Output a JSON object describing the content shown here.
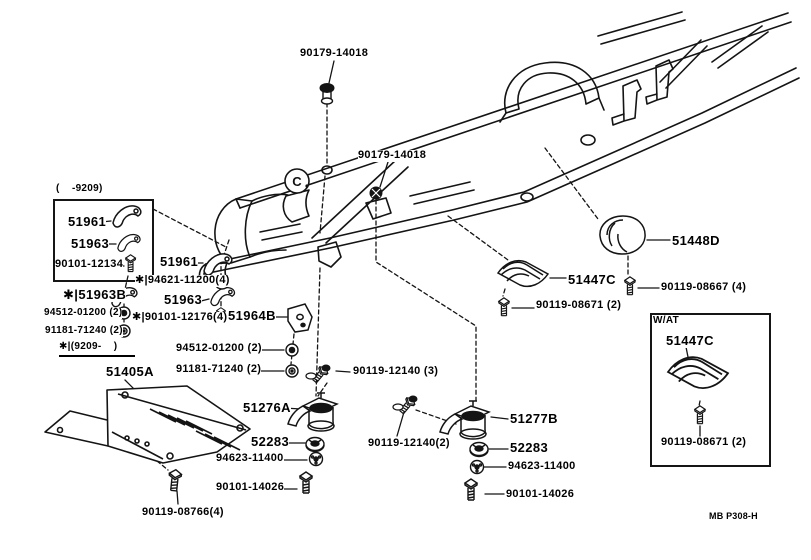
{
  "figure": {
    "footer_code": "MB P308-H",
    "frame_marker": "C"
  },
  "boxes": {
    "left_variant_note": "(    -9209)",
    "right_variant_note": "W/AT"
  },
  "notes": {
    "from_9209": "✱|(9209-    )"
  },
  "parts": {
    "p90179_top": "90179-14018",
    "p90179_mid": "90179-14018",
    "p51961_box": "51961",
    "p51963_box": "51963",
    "p90101_12134": "90101-12134",
    "p51961_mid": "51961",
    "p94621_11200": "✱|94621-11200(4)",
    "p51963_mid": "51963",
    "p90101_12176": "✱|90101-12176(4)",
    "p51964B": "51964B",
    "p94512_mid": "94512-01200 (2)",
    "p91181_mid": "91181-71240 (2)",
    "p51963B": "✱|51963B",
    "p94512_left": "94512-01200 (2)",
    "p91181_left": "91181-71240 (2)",
    "p51405A": "51405A",
    "p90119_08766": "90119-08766(4)",
    "p51276A": "51276A",
    "p52283_a": "52283",
    "p94623_a": "94623-11400",
    "p90101_14026_a": "90101-14026",
    "p90119_12140_3": "90119-12140 (3)",
    "p90119_12140_2": "90119-12140(2)",
    "p51277B": "51277B",
    "p52283_b": "52283",
    "p94623_b": "94623-11400",
    "p90101_14026_b": "90101-14026",
    "p51448D": "51448D",
    "p51447C_main": "51447C",
    "p90119_08667": "90119-08667 (4)",
    "p90119_08671_main": "90119-08671 (2)",
    "p51447C_wat": "51447C",
    "p90119_08671_wat": "90119-08671 (2)"
  }
}
